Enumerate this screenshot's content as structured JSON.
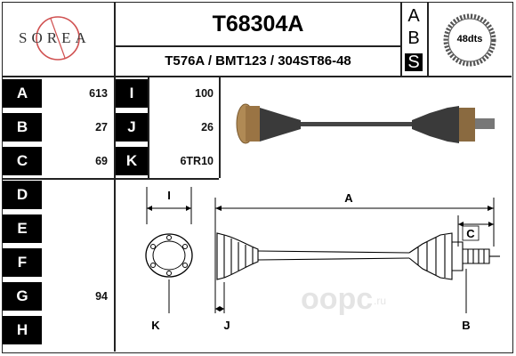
{
  "brand": {
    "logo_text": "SOREA"
  },
  "header": {
    "part_number": "T68304A",
    "cross_refs": "T576A / BMT123 / 304ST86-48",
    "abs_letters": [
      "A",
      "B",
      "S"
    ],
    "abs_teeth": "48dts"
  },
  "specs": {
    "left": [
      {
        "label": "A",
        "value": "613"
      },
      {
        "label": "B",
        "value": "27"
      },
      {
        "label": "C",
        "value": "69"
      },
      {
        "label": "D",
        "value": ""
      },
      {
        "label": "E",
        "value": ""
      },
      {
        "label": "F",
        "value": ""
      },
      {
        "label": "G",
        "value": "94"
      },
      {
        "label": "H",
        "value": ""
      }
    ],
    "middle": [
      {
        "label": "I",
        "value": "100"
      },
      {
        "label": "J",
        "value": "26"
      },
      {
        "label": "K",
        "value": "6TR10"
      }
    ]
  },
  "diagram": {
    "labels": {
      "i": "I",
      "k": "K",
      "j": "J",
      "a": "A",
      "b": "B",
      "c": "C"
    }
  },
  "watermark": {
    "text": "oopc",
    "suffix": ".ru"
  },
  "colors": {
    "label_bg": "#000000",
    "label_fg": "#ffffff",
    "line": "#222222",
    "logo_red": "#d05050",
    "boot": "#3a3a3a",
    "flange": "#b08a55"
  }
}
